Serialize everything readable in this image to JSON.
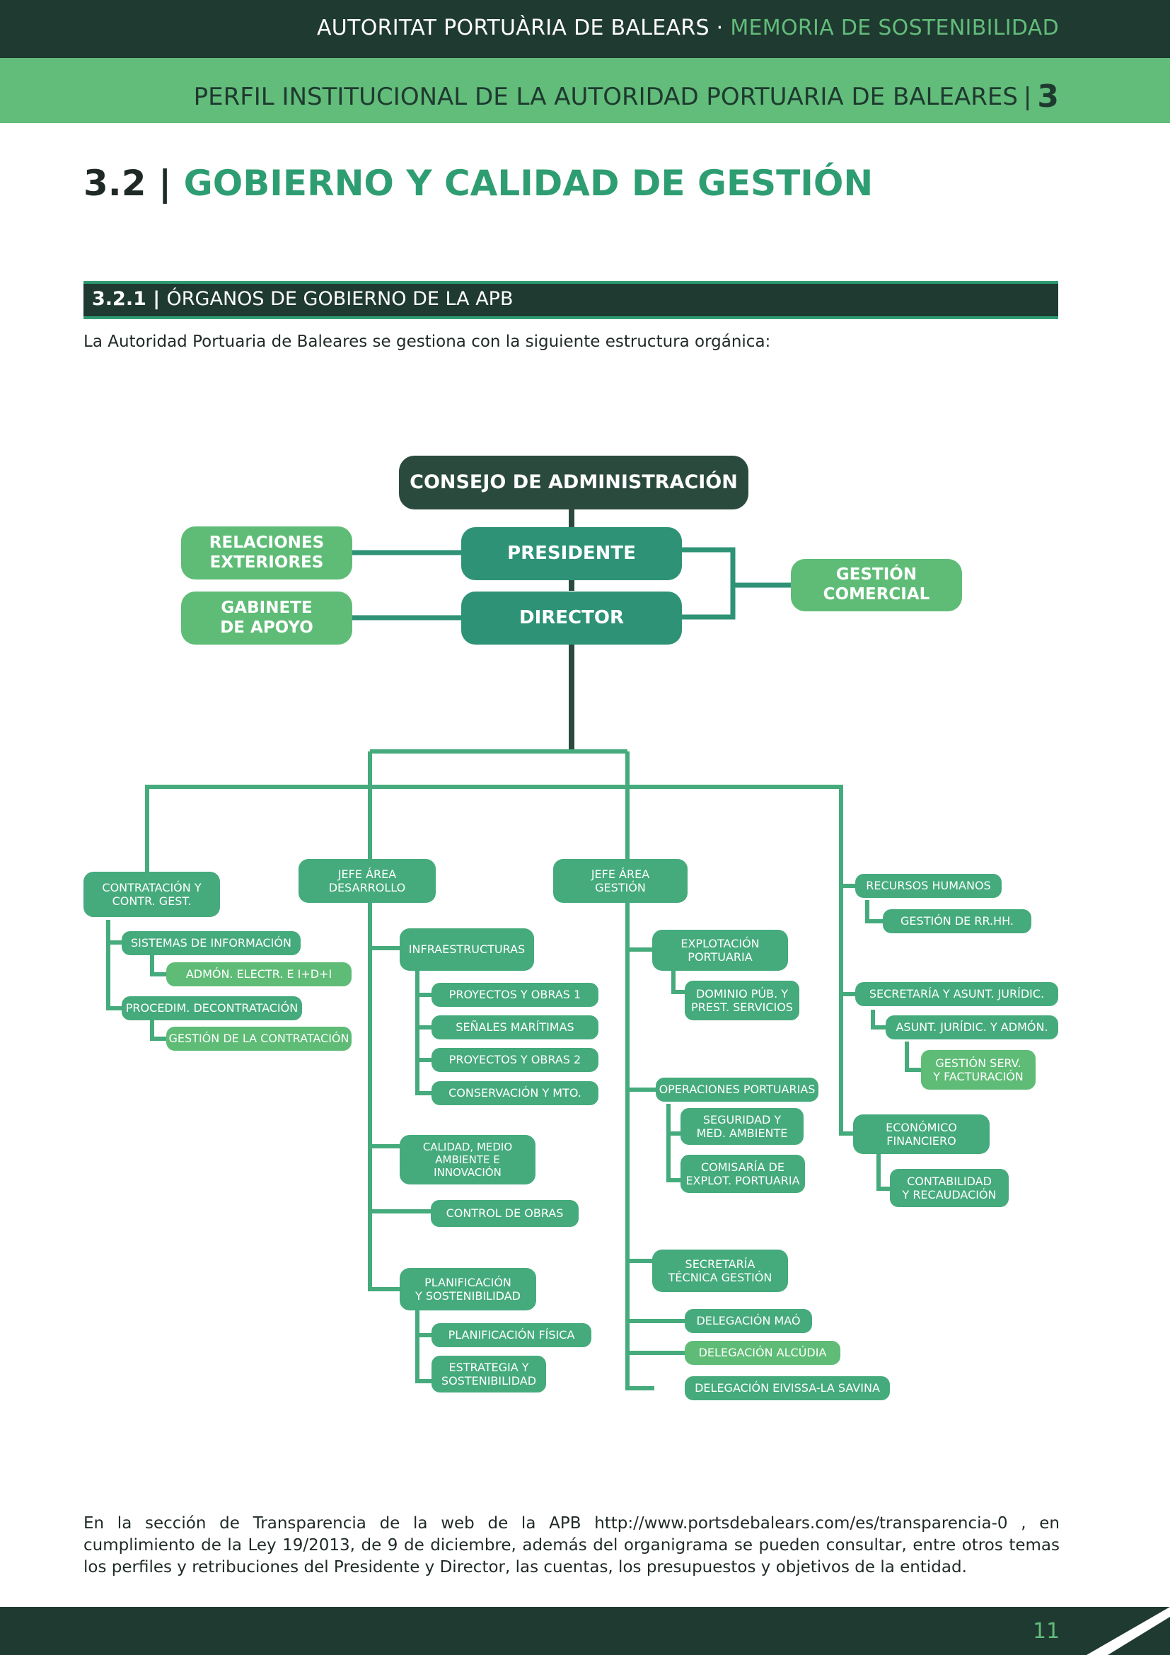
{
  "header": {
    "org": "AUTORITAT PORTUÀRIA DE BALEARS · ",
    "report": "MEMORIA DE SOSTENIBILIDAD",
    "chapter_title": "PERFIL INSTITUCIONAL DE LA AUTORIDAD PORTUARIA DE BALEARES",
    "chapter_sep": "|",
    "chapter_num": "3"
  },
  "section": {
    "num": "3.2 | ",
    "title": "GOBIERNO Y CALIDAD DE GESTIÓN"
  },
  "subsection": {
    "num": "3.2.1 | ",
    "title": "ÓRGANOS DE GOBIERNO DE LA APB"
  },
  "intro": "La Autoridad Portuaria de Baleares se gestiona con la siguiente estructura orgánica:",
  "org_chart": {
    "consejo": "CONSEJO DE ADMINISTRACIÓN",
    "presidente": "PRESIDENTE",
    "director": "DIRECTOR",
    "relaciones": "RELACIONES\nEXTERIORES",
    "gabinete": "GABINETE\nDE APOYO",
    "gestion_comercial": "GESTIÓN\nCOMERCIAL",
    "contratacion": "CONTRATACIÓN Y\nCONTR. GEST.",
    "sistemas": "SISTEMAS DE INFORMACIÓN",
    "admon": "ADMÓN. ELECTR. E I+D+I",
    "procedim": "PROCEDIM. DECONTRATACIÓN",
    "gestion_contratacion": "GESTIÓN DE LA CONTRATACIÓN",
    "jefe_desarrollo": "JEFE ÁREA\nDESARROLLO",
    "infraestructuras": "INFRAESTRUCTURAS",
    "proyectos1": "PROYECTOS Y OBRAS 1",
    "senales": "SEÑALES MARÍTIMAS",
    "proyectos2": "PROYECTOS Y OBRAS 2",
    "conservacion": "CONSERVACIÓN Y MTO.",
    "calidad": "CALIDAD, MEDIO\nAMBIENTE E\nINNOVACIÓN",
    "control_obras": "CONTROL DE OBRAS",
    "planificacion": "PLANIFICACIÓN\nY SOSTENIBILIDAD",
    "planificacion_fisica": "PLANIFICACIÓN FÍSICA",
    "estrategia": "ESTRATEGIA Y\nSOSTENIBILIDAD",
    "jefe_gestion": "JEFE ÁREA\nGESTIÓN",
    "explotacion": "EXPLOTACIÓN\nPORTUARIA",
    "dominio": "DOMINIO PÚB. Y\nPREST. SERVICIOS",
    "operaciones": "OPERACIONES PORTUARIAS",
    "seguridad": "SEGURIDAD Y\nMED. AMBIENTE",
    "comisaria": "COMISARÍA DE\nEXPLOT. PORTUARIA",
    "secretaria_tecnica": "SECRETARÍA\nTÉCNICA GESTIÓN",
    "delegacion_mao": "DELEGACIÓN MAÓ",
    "delegacion_alcudia": "DELEGACIÓN ALCÚDIA",
    "delegacion_eivissa": "DELEGACIÓN EIVISSA-LA SAVINA",
    "recursos_humanos": "RECURSOS HUMANOS",
    "gestion_rrhh": "GESTIÓN DE RR.HH.",
    "secretaria_juridic": "SECRETARÍA Y ASUNT. JURÍDIC.",
    "asunt_juridic": "ASUNT. JURÍDIC. Y ADMÓN.",
    "gestion_serv": "GESTIÓN SERV.\nY FACTURACIÓN",
    "economico": "ECONÓMICO\nFINANCIERO",
    "contabilidad": "CONTABILIDAD\nY RECAUDACIÓN"
  },
  "footer_text": "En la sección de Transparencia de la web de la APB http://www.portsdebalears.com/es/transparencia-0 , en cumplimiento de la Ley 19/2013, de 9 de diciembre, además del organigrama se pueden consultar, entre otros temas los perfiles y retribuciones del Presidente y Director, las cuentas, los presupuestos y objetivos de la entidad.",
  "page_number": "11",
  "colors": {
    "dark": "#1f3a30",
    "accent": "#62bc7a",
    "mid": "#2e9276",
    "line": "#45ab7c"
  }
}
